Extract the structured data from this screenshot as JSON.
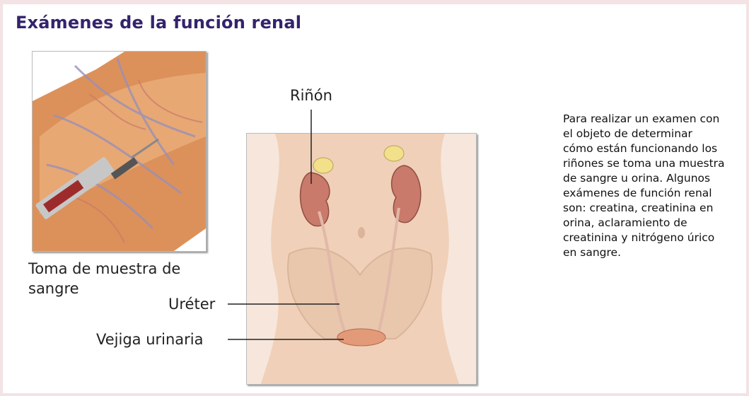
{
  "header": {
    "title": "Exámenes de la función renal"
  },
  "illustration": {
    "blood_sample_caption": "Toma de muestra de sangre",
    "labels": {
      "kidney": "Riñón",
      "ureter": "Uréter",
      "bladder": "Vejiga urinaria"
    }
  },
  "description": "Para realizar un examen con el objeto de determinar cómo están funcionando los riñones se toma una muestra de sangre u orina. Algunos exámenes de función renal son: creatina, creatinina en orina, aclaramiento de creatinina y nitrógeno úrico en sangre.",
  "colors": {
    "title": "#34236b",
    "page_background": "#f3e3e5",
    "kidney": "#c97a6a",
    "skin": "#f0d0b8"
  }
}
